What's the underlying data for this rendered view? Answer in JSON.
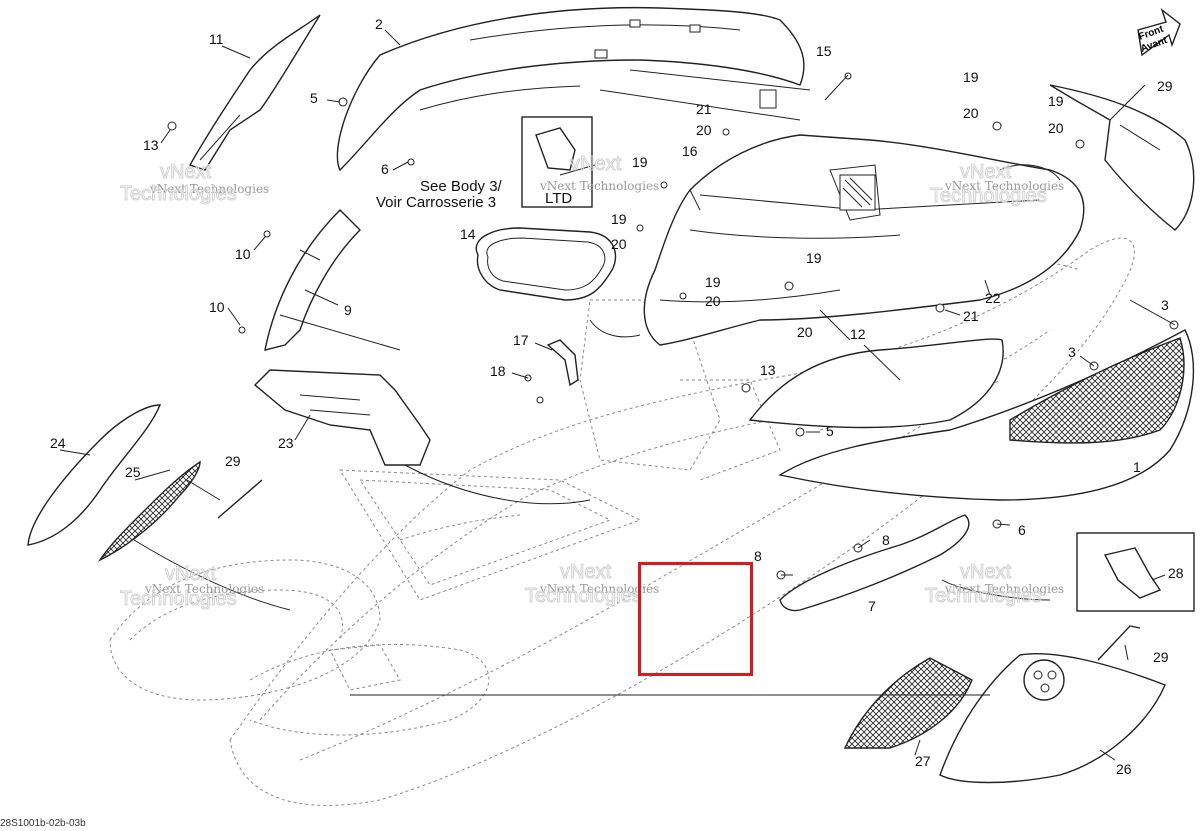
{
  "diagram": {
    "callouts": [
      "1",
      "2",
      "3",
      "3",
      "5",
      "5",
      "6",
      "6",
      "7",
      "8",
      "8",
      "9",
      "10",
      "10",
      "11",
      "12",
      "13",
      "13",
      "14",
      "15",
      "16",
      "17",
      "18",
      "19",
      "19",
      "19",
      "19",
      "19",
      "19",
      "20",
      "20",
      "20",
      "20",
      "20",
      "20",
      "21",
      "21",
      "22",
      "23",
      "24",
      "25",
      "26",
      "27",
      "28",
      "29",
      "29"
    ],
    "see_body_line1": "See Body 3/",
    "see_body_line2": "Voir Carrosserie 3",
    "ltd_label": "LTD",
    "front_label_1": "Front",
    "front_label_2": "Avant",
    "watermark_small": "vNext Technologies",
    "watermark_big_1": "vNext",
    "watermark_big_2": "Technologies",
    "reference_code": "28S1001b-02b-03b",
    "highlight_color": "#d71920"
  }
}
